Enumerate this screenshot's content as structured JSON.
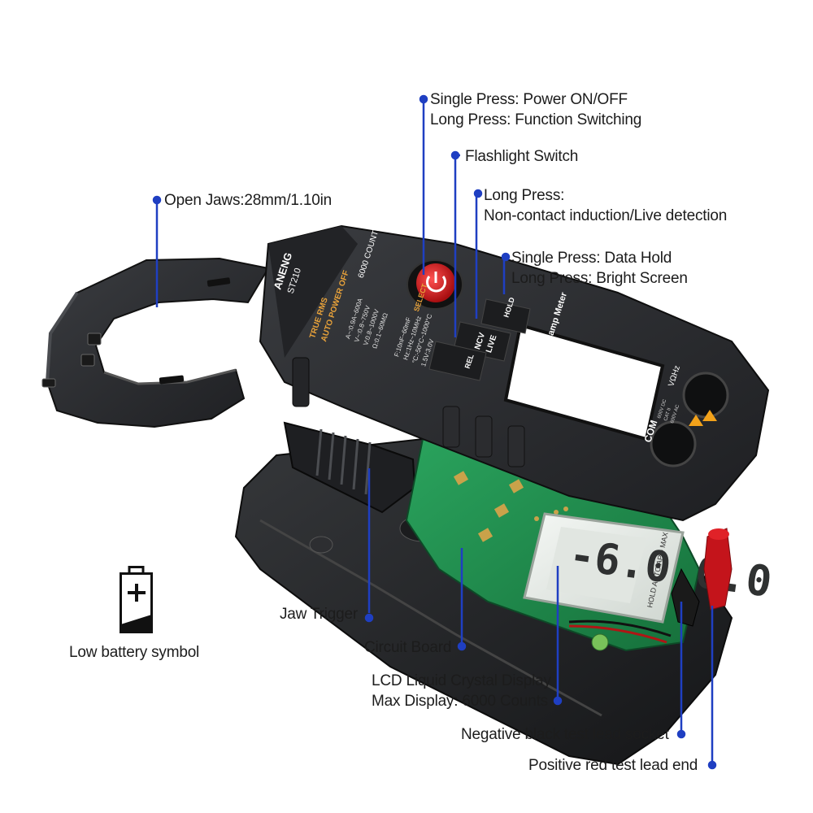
{
  "device": {
    "brand": "ANENG",
    "model": "ST210",
    "counts": "6000 COUNTS",
    "front_title": "DC/AC 600A Clamp Meter",
    "features": [
      "TRUE RMS",
      "AUTO POWER OFF"
    ],
    "ranges": [
      "A~:0.9A~600A",
      "V~:0.8~750V",
      "V:0.8~1000V",
      "Ω:0.1~60MΩ",
      "F:10nF~60mF",
      "Hz:1Hz~10MHz",
      "°C:-50°C~1000°C",
      "1.5V:3.0V"
    ],
    "buttons": {
      "select": "SELECT",
      "ncv": "NCV",
      "live": "LIVE",
      "hold": "HOLD",
      "flashlight": "REL"
    },
    "jacks": {
      "com": "COM",
      "vohz": "VΩHz",
      "rating": [
        "600V DC",
        "CAT II",
        "600V AC"
      ]
    },
    "lcd_reading": "-6.0.0.0",
    "lcd_side": "HOLD AUTO APO MAX",
    "colors": {
      "body": "#2a2c2f",
      "power_button": "#d0191c",
      "pcb": "#1f8a4c",
      "lcd": "#e9eee9",
      "leader": "#1f3fc2",
      "orange_text": "#e8a23a"
    }
  },
  "callouts": {
    "power": [
      "Single Press: Power ON/OFF",
      "Long Press: Function Switching"
    ],
    "flashlight": [
      "Flashlight Switch"
    ],
    "ncv": [
      "Long Press:",
      "Non-contact induction/Live detection"
    ],
    "hold": [
      "Single Press: Data Hold",
      "Long Press: Bright Screen"
    ],
    "jaws": [
      "Open Jaws:28mm/1.10in"
    ],
    "battery": [
      "Low battery symbol"
    ],
    "trigger": [
      "Jaw Trigger"
    ],
    "circuit": [
      "Circuit Board"
    ],
    "lcd": [
      "LCD Liquid Crystal Display",
      "Max Display: 6000 Counts"
    ],
    "negative": [
      "Negative black test lead socket"
    ],
    "positive": [
      "Positive red test lead end"
    ]
  }
}
